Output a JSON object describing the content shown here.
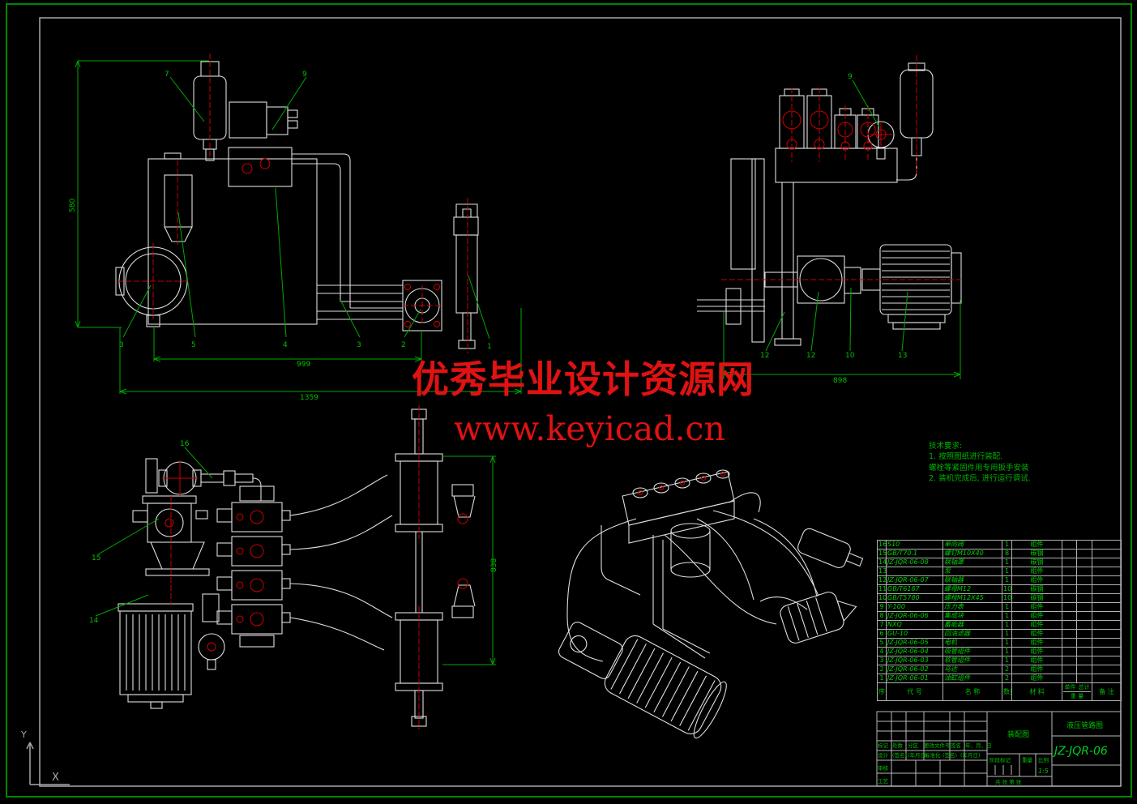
{
  "watermark": {
    "line1": "优秀毕业设计资源网",
    "line2": "www.keyicad.cn",
    "color": "#e01212"
  },
  "tech_notes": {
    "lines": [
      "技术要求:",
      "1. 按照图纸进行装配.",
      "螺栓等紧固件用专用扳手安装",
      "2. 装机完成后, 进行运行调试."
    ]
  },
  "dims": {
    "v1_height": "580",
    "v1_inner_width": "999",
    "v1_outer_width": "1359",
    "v2_width": "898",
    "v3_height": "838"
  },
  "callouts": {
    "v1_top": [
      "7",
      "9"
    ],
    "v1_bottom": [
      "3",
      "5",
      "4",
      "3",
      "2",
      "1"
    ],
    "v2_top": [
      "9"
    ],
    "v2_bottom": [
      "12",
      "12",
      "10",
      "13"
    ],
    "v3_left": [
      "16",
      "15",
      "14"
    ]
  },
  "ucs": {
    "x": "X",
    "y": "Y"
  },
  "parts_table": {
    "headers": {
      "seq": "序号",
      "code": "代 号",
      "name": "名 称",
      "qty": "数量",
      "material": "材 料",
      "unit": "单件",
      "total": "总计",
      "weight": "重 量",
      "remark": "备 注"
    },
    "rows": [
      {
        "seq": "16",
        "code": "S10",
        "name": "单向阀",
        "qty": "1",
        "material": "组件"
      },
      {
        "seq": "15",
        "code": "GB/T70.1",
        "name": "螺钉M10X40",
        "qty": "8",
        "material": "碳钢"
      },
      {
        "seq": "14",
        "code": "JZ-JQR-06-08",
        "name": "联轴罩",
        "qty": "1",
        "material": "碳钢"
      },
      {
        "seq": "13",
        "code": "",
        "name": "泵",
        "qty": "1",
        "material": "组件"
      },
      {
        "seq": "12",
        "code": "JZ-JQR-06-07",
        "name": "联轴器",
        "qty": "1",
        "material": "组件"
      },
      {
        "seq": "11",
        "code": "GB/T6187",
        "name": "螺母M12",
        "qty": "10",
        "material": "碳钢"
      },
      {
        "seq": "10",
        "code": "GB/T5780",
        "name": "螺栓M12X45",
        "qty": "10",
        "material": "碳钢"
      },
      {
        "seq": "9",
        "code": "Y-100",
        "name": "压力表",
        "qty": "1",
        "material": "组件"
      },
      {
        "seq": "8",
        "code": "JZ-JQR-06-06",
        "name": "集成块",
        "qty": "1",
        "material": "组件"
      },
      {
        "seq": "7",
        "code": "NXQ",
        "name": "蓄能器",
        "qty": "1",
        "material": "组件"
      },
      {
        "seq": "6",
        "code": "GU-10",
        "name": "回油滤器",
        "qty": "1",
        "material": "组件"
      },
      {
        "seq": "5",
        "code": "JZ-JQR-06-05",
        "name": "电机",
        "qty": "1",
        "material": "组件"
      },
      {
        "seq": "4",
        "code": "JZ-JQR-06-04",
        "name": "吸管组件",
        "qty": "1",
        "material": "组件"
      },
      {
        "seq": "3",
        "code": "JZ-JQR-06-03",
        "name": "软管组件",
        "qty": "1",
        "material": "组件"
      },
      {
        "seq": "2",
        "code": "JZ-JQR-06-02",
        "name": "马达",
        "qty": "2",
        "material": "组件"
      },
      {
        "seq": "1",
        "code": "JZ-JQR-06-01",
        "name": "油缸组件",
        "qty": "2",
        "material": "组件"
      }
    ]
  },
  "title_block": {
    "type_label": "装配图",
    "title": "液压管路图",
    "number": "JZ-JQR-06",
    "scale_value": "1:5",
    "row_mark": {
      "mark": "标记",
      "count": "处数",
      "zone": "分区",
      "doc": "更改文件号",
      "sign": "签名",
      "date": "年、月、日"
    },
    "row_design": {
      "design": "设计",
      "sign": "(签名)",
      "date": "(年月日)",
      "standard": "标准化",
      "sign2": "(签名)",
      "date2": "(年月日)"
    },
    "review": "审核",
    "process": "工艺",
    "stage": "阶段标记",
    "weight": "重量",
    "scale": "比例",
    "sheet": "共  张  第  张"
  }
}
